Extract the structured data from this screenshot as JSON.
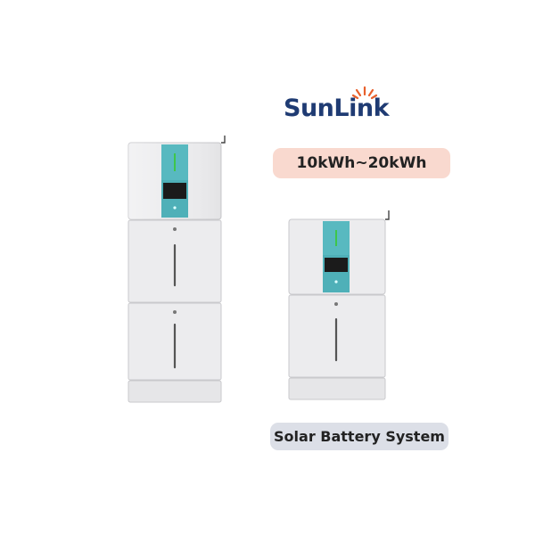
{
  "brand": {
    "name": "SunLink",
    "text_color": "#1f3b73",
    "ray_color": "#e8602c"
  },
  "labels": {
    "capacity": "10kWh~20kWh",
    "product": "Solar Battery System"
  },
  "colors": {
    "capacity_pill": "#f9d9cf",
    "product_pill": "#dcdfe7",
    "teal_panel": "#4fb0b8",
    "cabinet": "#ececee",
    "display": "#1b1b1b",
    "led": "#3cc83c"
  },
  "icons": [
    "sun-rays-icon",
    "battery-led-icon",
    "display-screen-icon"
  ]
}
